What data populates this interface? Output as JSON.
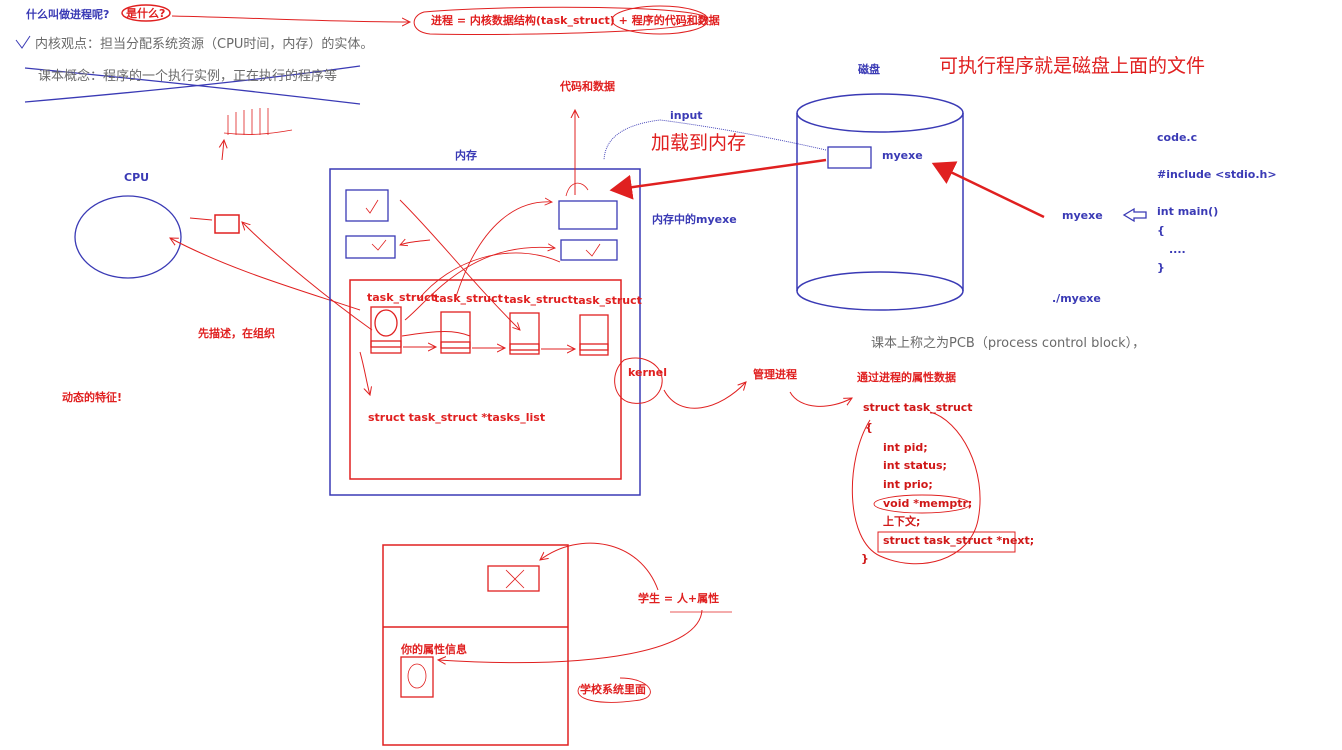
{
  "header": {
    "question": "什么叫做进程呢?",
    "what": "是什么?",
    "equation": "进程 = 内核数据结构(task_struct) + 程序的代码和数据",
    "kernel_view": "内核观点：担当分配系统资源（CPU时间，内存）的实体。",
    "textbook_view": "课本概念：程序的一个执行实例，正在执行的程序等"
  },
  "labels": {
    "cpu": "CPU",
    "memory": "内存",
    "code_data": "代码和数据",
    "input": "input",
    "load_to_memory": "加载到内存",
    "disk": "磁盘",
    "exe_is_file": "可执行程序就是磁盘上面的文件",
    "myexe_disk": "myexe",
    "myexe_in_memory": "内存中的myexe",
    "myexe_side": "myexe",
    "run_myexe": "./myexe",
    "describe_then_organize": "先描述，在组织",
    "dynamic_feature": "动态的特征!",
    "kernel": "kernel",
    "manage_process": "管理进程",
    "via_attributes": "通过进程的属性数据",
    "pcb": "课本上称之为PCB（process control block），",
    "tasks_list": "struct task_struct *tasks_list",
    "student_eq": "学生 = 人+属性",
    "your_attrs": "你的属性信息",
    "school_system": "学校系统里面"
  },
  "task_structs": [
    "task_struct",
    "task_struct",
    "task_struct",
    "task_struct"
  ],
  "code_file": {
    "name": "code.c",
    "lines": [
      "#include <stdio.h>",
      "int main()",
      "{",
      "....",
      "}"
    ]
  },
  "struct_def": {
    "head": "struct   task_struct",
    "open": "{",
    "fields": [
      "int pid;",
      "int status;",
      "int prio;",
      "void *memptr;",
      "上下文;",
      "struct task_struct *next;"
    ],
    "close": "}"
  },
  "colors": {
    "blue": "#3a3ab5",
    "red": "#e02020",
    "gray": "#6a6a6a"
  }
}
